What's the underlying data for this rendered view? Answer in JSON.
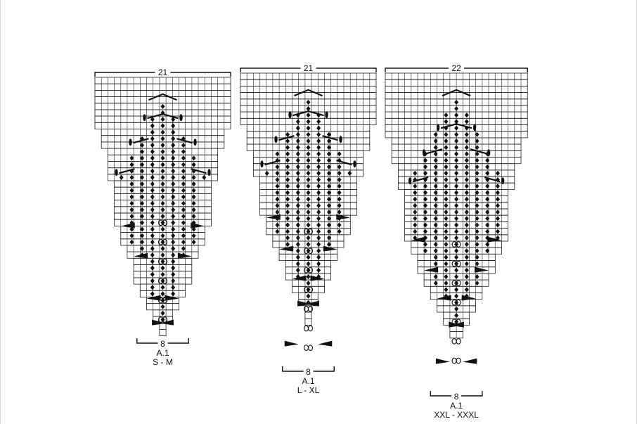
{
  "charts": [
    {
      "id": "s-m",
      "top_count": "21",
      "bottom_count": "8",
      "name": "A.1",
      "size": "S - M"
    },
    {
      "id": "l-xl",
      "top_count": "21",
      "bottom_count": "8",
      "name": "A.1",
      "size": "L - XL"
    },
    {
      "id": "xxl-xxxl",
      "top_count": "22",
      "bottom_count": "8",
      "name": "A.1",
      "size": "XXL - XXXL"
    }
  ],
  "colors": {
    "grid": "#222222",
    "background": "#ffffff"
  },
  "symbols": [
    "diamond-stitch",
    "double-loop-stitch",
    "decrease-wedge",
    "cable-bar",
    "edge-oval"
  ]
}
